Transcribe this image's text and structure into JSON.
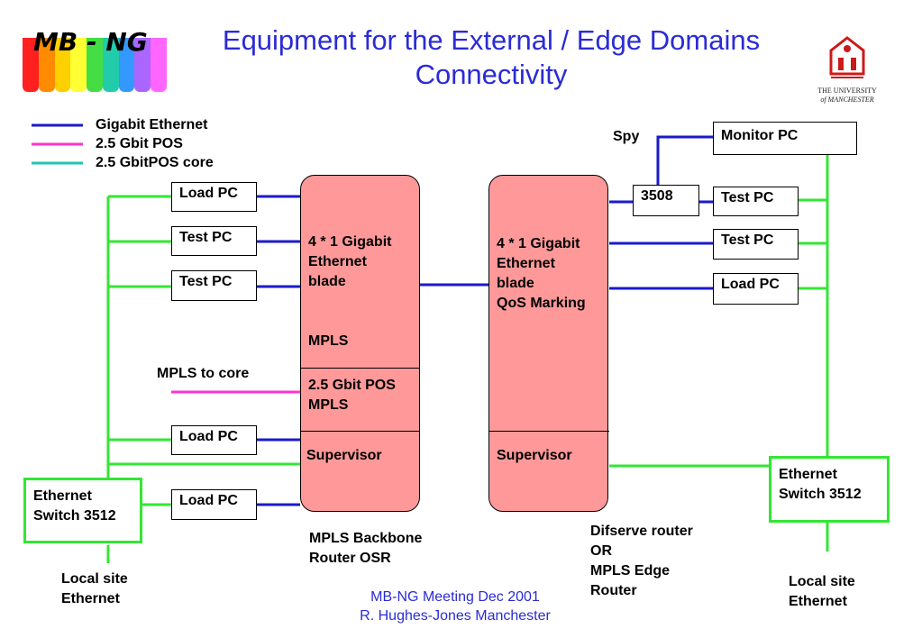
{
  "logo": {
    "text": "MB - NG",
    "stripe_colors": [
      "#ff2020",
      "#ff8c00",
      "#ffd000",
      "#ffff33",
      "#44dd44",
      "#22ccaa",
      "#3399ff",
      "#aa66ff",
      "#ff66ff"
    ]
  },
  "title": {
    "line1": "Equipment for the External / Edge Domains",
    "line2": "Connectivity"
  },
  "university": {
    "line1": "THE UNIVERSITY",
    "line2": "of MANCHESTER"
  },
  "legend": [
    {
      "label": "Gigabit Ethernet",
      "color": "#1a1acc"
    },
    {
      "label": "2.5 Gbit POS",
      "color": "#ff33cc"
    },
    {
      "label": "2.5 GbitPOS core",
      "color": "#22c4b0"
    }
  ],
  "colors": {
    "gigabit": "#1a1acc",
    "pos": "#ff33cc",
    "local_ethernet": "#33e633",
    "router_fill": "#ff9999"
  },
  "left": {
    "load_pc_1": "Load PC",
    "test_pc_1": "Test PC",
    "test_pc_2": "Test PC",
    "load_pc_2": "Load PC",
    "load_pc_3": "Load PC",
    "switch_line1": "Ethernet",
    "switch_line2": "Switch 3512",
    "local_line1": "Local site",
    "local_line2": "Ethernet",
    "mpls_to_core": "MPLS to core"
  },
  "router1": {
    "blade_line1": "4 * 1 Gigabit",
    "blade_line2": "Ethernet",
    "blade_line3": "blade",
    "mpls": "MPLS",
    "pos_line1": "2.5 Gbit POS",
    "pos_line2": "MPLS",
    "supervisor": "Supervisor",
    "caption_line1": "MPLS Backbone",
    "caption_line2": "Router OSR"
  },
  "router2": {
    "blade_line1": "4 * 1 Gigabit",
    "blade_line2": "Ethernet",
    "blade_line3": "blade",
    "blade_line4": "QoS Marking",
    "supervisor": "Supervisor",
    "caption_line1": "Difserve router",
    "caption_line2": "OR",
    "caption_line3": "MPLS Edge",
    "caption_line4": "Router"
  },
  "right": {
    "spy": "Spy",
    "monitor_pc": "Monitor PC",
    "switch_3508": "3508",
    "test_pc_1": "Test PC",
    "test_pc_2": "Test PC",
    "load_pc": "Load PC",
    "switch_line1": "Ethernet",
    "switch_line2": "Switch 3512",
    "local_line1": "Local site",
    "local_line2": "Ethernet"
  },
  "footer": {
    "line1": "MB-NG Meeting Dec 2001",
    "line2": "R. Hughes-Jones  Manchester"
  }
}
